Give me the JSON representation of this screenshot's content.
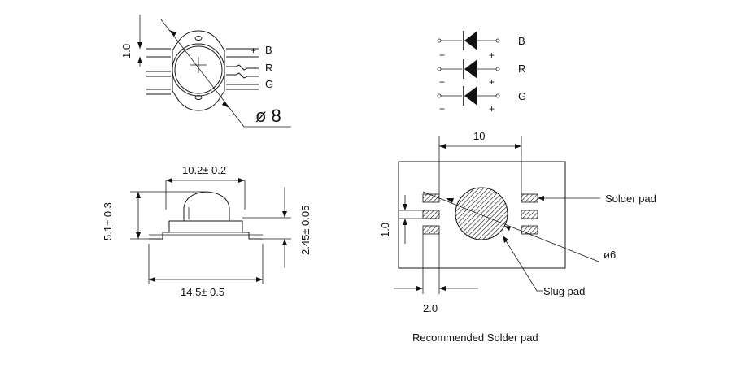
{
  "top_view": {
    "pin_labels": [
      "B",
      "R",
      "G"
    ],
    "pitch_dim": "1.0",
    "diameter_dim": "ø 8",
    "plus_mark": "+"
  },
  "symbols": {
    "rows": [
      {
        "label": "B",
        "minus": "−",
        "plus": "+"
      },
      {
        "label": "R",
        "minus": "−",
        "plus": "+"
      },
      {
        "label": "G",
        "minus": "−",
        "plus": "+"
      }
    ]
  },
  "side_view": {
    "top_width": "10.2± 0.2",
    "bottom_width": "14.5± 0.5",
    "height": "5.1± 0.3",
    "base_height": "2.45± 0.05"
  },
  "footprint": {
    "pad_spacing": "10",
    "pad_pitch": "1.0",
    "pad_width": "2.0",
    "slug_diameter": "ø6",
    "solder_pad_label": "Solder pad",
    "slug_pad_label": "Slug pad",
    "caption": "Recommended Solder pad"
  }
}
